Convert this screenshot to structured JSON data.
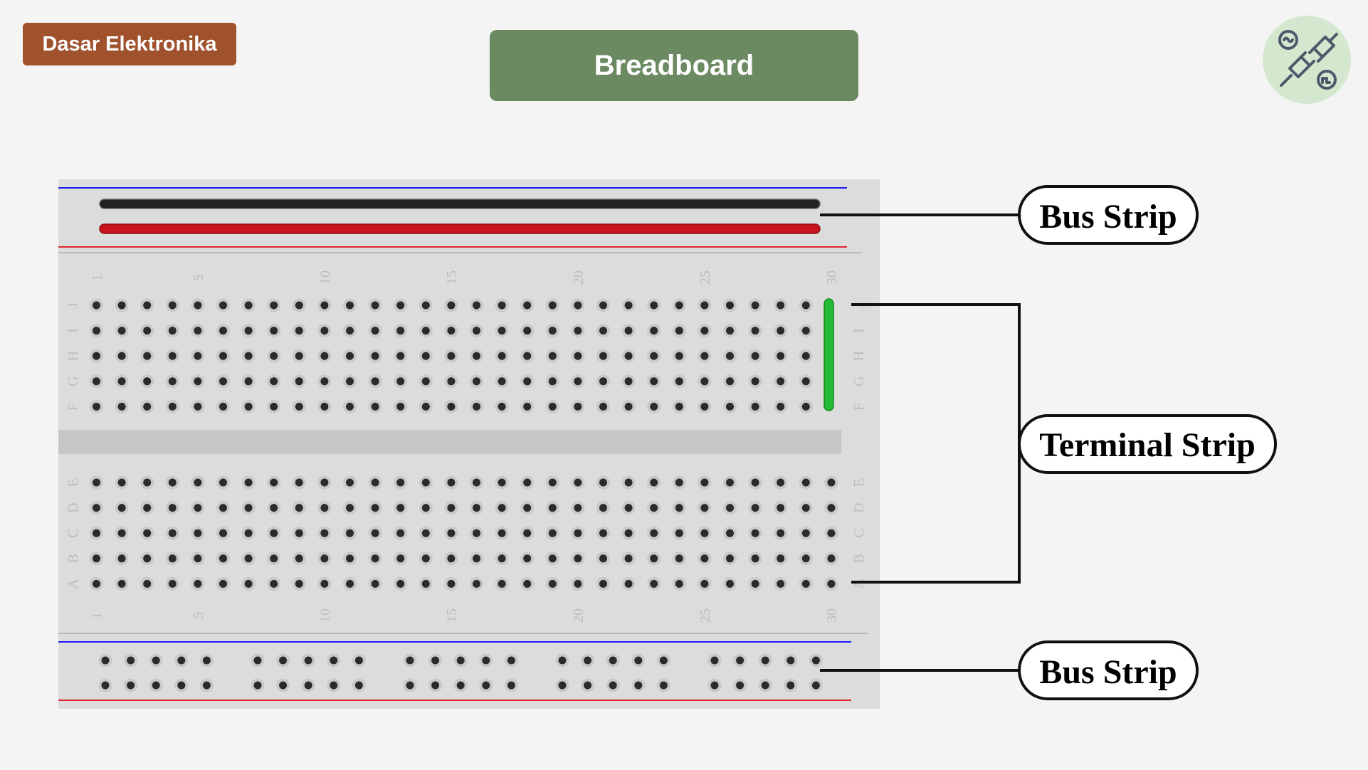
{
  "header": {
    "badge_label": "Dasar Elektronika",
    "title": "Breadboard",
    "logo_icon": "electronics-plug-icon"
  },
  "breadboard": {
    "columns": 30,
    "top_rows": [
      "J",
      "I",
      "H",
      "G",
      "F"
    ],
    "bottom_rows": [
      "E",
      "D",
      "C",
      "B",
      "A"
    ],
    "column_numbers": [
      "1",
      "5",
      "10",
      "15",
      "20",
      "25",
      "30"
    ],
    "bus_groups": 5,
    "holes_per_group": 5,
    "colors": {
      "board": "#dcdcdc",
      "hole": "#2b2b2b",
      "negative_rail": "#1a1aff",
      "positive_rail": "#e0252b",
      "top_bus_black_highlight": "#222222",
      "top_bus_red_highlight": "#c8141c",
      "column_highlight": "#22bb33"
    }
  },
  "labels": {
    "top_bus": "Bus Strip",
    "terminal": "Terminal Strip",
    "bottom_bus": "Bus Strip"
  }
}
